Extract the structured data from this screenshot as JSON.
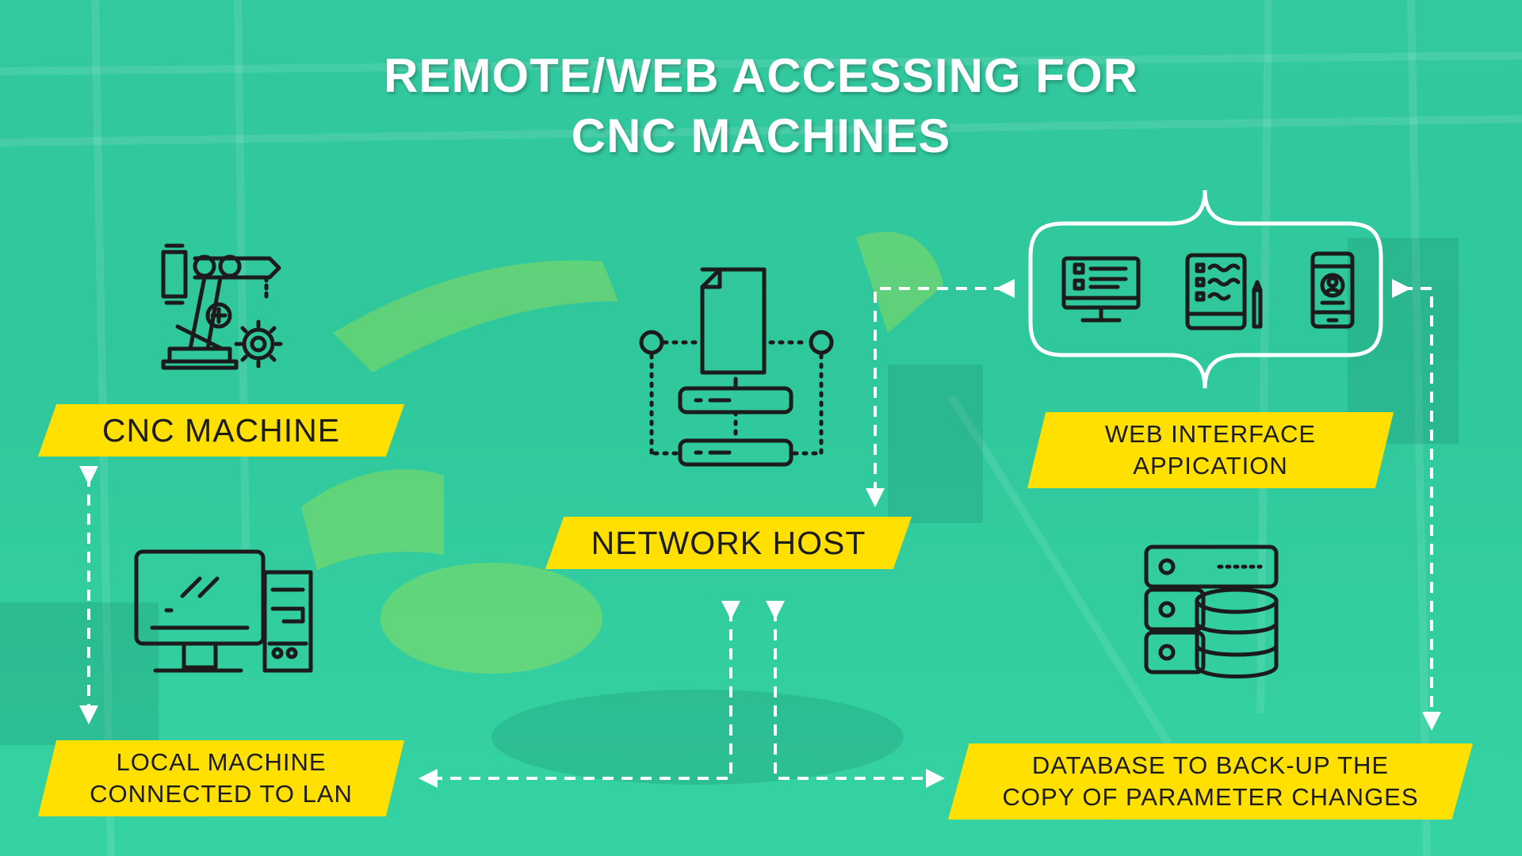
{
  "title": {
    "line1": "REMOTE/WEB ACCESSING FOR",
    "line2": "CNC MACHINES"
  },
  "nodes": {
    "cnc_machine": {
      "label": "CNC MACHINE",
      "icon": "robot-arm-icon"
    },
    "network_host": {
      "label": "NETWORK HOST",
      "icon": "server-document-icon"
    },
    "web_interface": {
      "label_line1": "WEB INTERFACE",
      "label_line2": "APPICATION",
      "icons": [
        "monitor-checklist-icon",
        "tablet-form-icon",
        "smartphone-profile-icon"
      ]
    },
    "local_machine": {
      "label_line1": "LOCAL MACHINE",
      "label_line2": "CONNECTED TO LAN",
      "icon": "desktop-computer-icon"
    },
    "database": {
      "label_line1": "DATABASE TO BACK-UP THE",
      "label_line2": "COPY OF PARAMETER CHANGES",
      "icon": "database-server-icon"
    }
  },
  "colors": {
    "background": "#33c9a0",
    "label_fill": "#ffe000",
    "title_text": "#ffffff",
    "arrow": "#ffffff",
    "icon": "#1b1b1b"
  }
}
